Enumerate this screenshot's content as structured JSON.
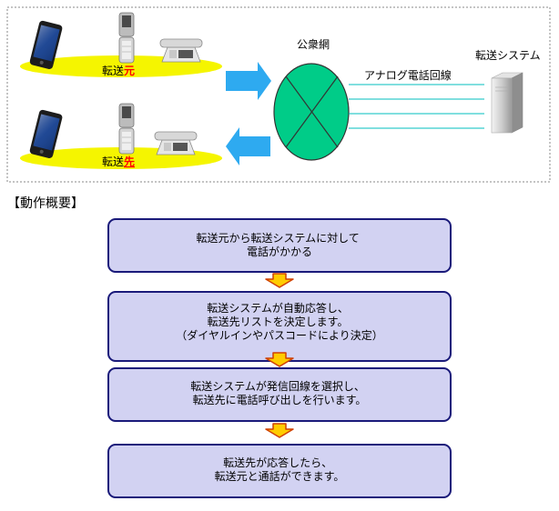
{
  "network": {
    "public_network_label": "公衆網",
    "analog_line_label": "アナログ電話回線",
    "system_label": "転送システム"
  },
  "source_group": {
    "label_prefix": "転送",
    "label_suffix": "元"
  },
  "destination_group": {
    "label_prefix": "転送",
    "label_suffix": "先"
  },
  "colors": {
    "ellipse_fill": "#f5f500",
    "network_fill": "#00cc88",
    "arrow_fill": "#2eaaf0",
    "step_fill": "#d2d2f2",
    "step_border": "#1a1a7a",
    "down_arrow_fill": "#ffcc00",
    "down_arrow_stroke": "#d04000",
    "accent_red": "#ff0000"
  },
  "overview": {
    "title": "【動作概要】",
    "steps": [
      {
        "line1": "転送元から転送システムに対して",
        "line2": "電話がかかる"
      },
      {
        "line1": "転送システムが自動応答し、",
        "line2": "転送先リストを決定します。",
        "line3": "（ダイヤルインやパスコードにより決定）"
      },
      {
        "line1": "転送システムが発信回線を選択し、",
        "line2": "転送先に電話呼び出しを行います。"
      },
      {
        "line1": "転送先が応答したら、",
        "line2": "転送元と通話ができます。"
      }
    ]
  }
}
